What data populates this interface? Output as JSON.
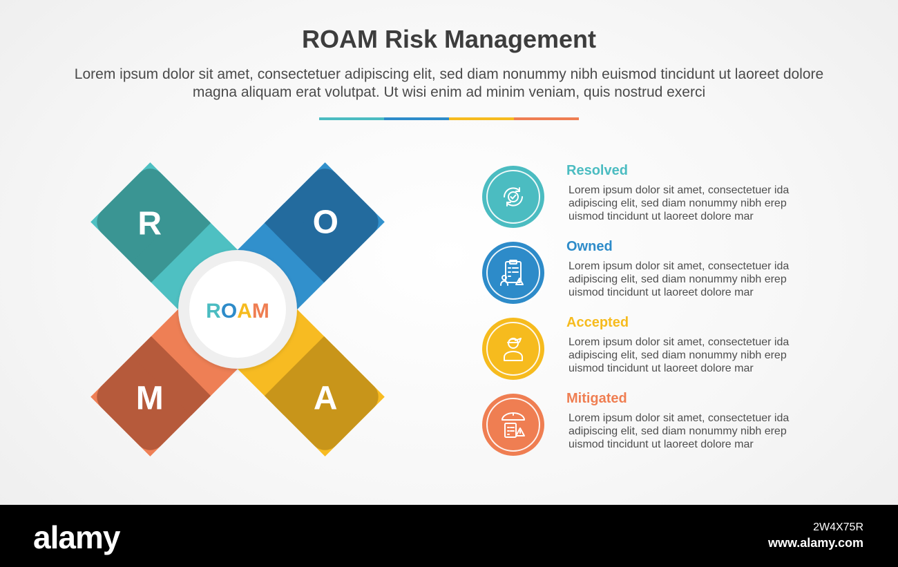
{
  "title": "ROAM Risk Management",
  "subtitle": "Lorem ipsum dolor sit amet, consectetuer adipiscing elit, sed diam nonummy nibh euismod tincidunt ut laoreet dolore magna aliquam erat volutpat. Ut wisi enim ad minim veniam, quis nostrud exerci",
  "divider_colors": [
    "#4bbcc1",
    "#2d8bc9",
    "#f6bb1e",
    "#ef7e52"
  ],
  "center_label": {
    "letters": [
      {
        "char": "R",
        "color": "#4bbcc1"
      },
      {
        "char": "O",
        "color": "#2d8bc9"
      },
      {
        "char": "A",
        "color": "#f6bb1e"
      },
      {
        "char": "M",
        "color": "#ef7e52"
      }
    ]
  },
  "arms": [
    {
      "letter": "R",
      "dark": "#3a9593",
      "light": "#4ec0c2"
    },
    {
      "letter": "O",
      "dark": "#236b9e",
      "light": "#3190cc"
    },
    {
      "letter": "A",
      "dark": "#c8951a",
      "light": "#f7bb22"
    },
    {
      "letter": "M",
      "dark": "#b65a3b",
      "light": "#ee7f55"
    }
  ],
  "items": [
    {
      "heading": "Resolved",
      "color": "#4bbcc1",
      "icon": "refresh-check-icon",
      "text": "Lorem ipsum dolor sit amet, consectetuer ida adipiscing elit, sed diam nonummy nibh erep uismod tincidunt ut laoreet dolore mar"
    },
    {
      "heading": "Owned",
      "color": "#2d8bc9",
      "icon": "clipboard-person-icon",
      "text": "Lorem ipsum dolor sit amet, consectetuer ida adipiscing elit, sed diam nonummy nibh erep uismod tincidunt ut laoreet dolore mar"
    },
    {
      "heading": "Accepted",
      "color": "#f6bb1e",
      "icon": "worker-person-icon",
      "text": "Lorem ipsum dolor sit amet, consectetuer ida adipiscing elit, sed diam nonummy nibh erep uismod tincidunt ut laoreet dolore mar"
    },
    {
      "heading": "Mitigated",
      "color": "#ef7e52",
      "icon": "umbrella-clipboard-icon",
      "text": "Lorem ipsum dolor sit amet, consectetuer ida adipiscing elit, sed diam nonummy nibh erep uismod tincidunt ut laoreet dolore mar"
    }
  ],
  "footer": {
    "logo": "alamy",
    "image_id": "2W4X75R",
    "site": "www.alamy.com"
  }
}
